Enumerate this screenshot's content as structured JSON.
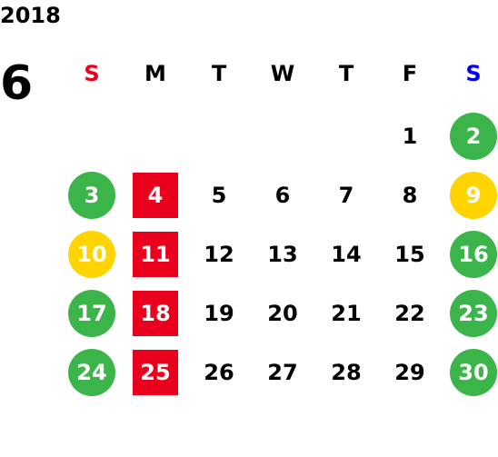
{
  "calendar": {
    "year": "2018",
    "month": "6",
    "weekdays": [
      "S",
      "M",
      "T",
      "W",
      "T",
      "F",
      "S"
    ],
    "weeks": [
      [
        {
          "day": "",
          "style": "plain"
        },
        {
          "day": "",
          "style": "plain"
        },
        {
          "day": "",
          "style": "plain"
        },
        {
          "day": "",
          "style": "plain"
        },
        {
          "day": "",
          "style": "plain"
        },
        {
          "day": "1",
          "style": "plain"
        },
        {
          "day": "2",
          "style": "green"
        }
      ],
      [
        {
          "day": "3",
          "style": "green"
        },
        {
          "day": "4",
          "style": "red"
        },
        {
          "day": "5",
          "style": "plain"
        },
        {
          "day": "6",
          "style": "plain"
        },
        {
          "day": "7",
          "style": "plain"
        },
        {
          "day": "8",
          "style": "plain"
        },
        {
          "day": "9",
          "style": "yellow"
        }
      ],
      [
        {
          "day": "10",
          "style": "yellow"
        },
        {
          "day": "11",
          "style": "red"
        },
        {
          "day": "12",
          "style": "plain"
        },
        {
          "day": "13",
          "style": "plain"
        },
        {
          "day": "14",
          "style": "plain"
        },
        {
          "day": "15",
          "style": "plain"
        },
        {
          "day": "16",
          "style": "green"
        }
      ],
      [
        {
          "day": "17",
          "style": "green"
        },
        {
          "day": "18",
          "style": "red"
        },
        {
          "day": "19",
          "style": "plain"
        },
        {
          "day": "20",
          "style": "plain"
        },
        {
          "day": "21",
          "style": "plain"
        },
        {
          "day": "22",
          "style": "plain"
        },
        {
          "day": "23",
          "style": "green"
        }
      ],
      [
        {
          "day": "24",
          "style": "green"
        },
        {
          "day": "25",
          "style": "red"
        },
        {
          "day": "26",
          "style": "plain"
        },
        {
          "day": "27",
          "style": "plain"
        },
        {
          "day": "28",
          "style": "plain"
        },
        {
          "day": "29",
          "style": "plain"
        },
        {
          "day": "30",
          "style": "green"
        }
      ]
    ]
  }
}
